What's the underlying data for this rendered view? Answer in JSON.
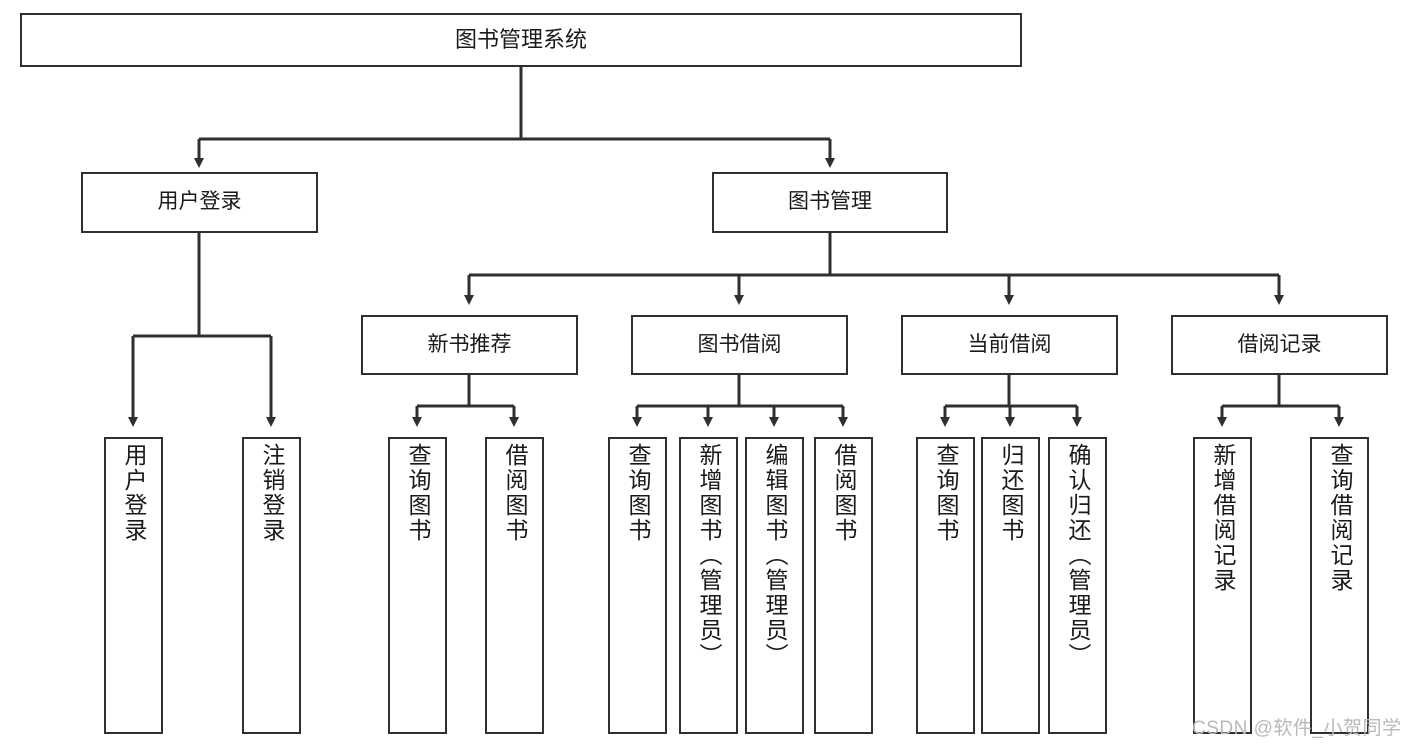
{
  "diagram": {
    "type": "hierarchy-tree",
    "title": "图书管理系统",
    "watermark": "CSDN @软件_小贺同学",
    "colors": {
      "stroke": "#2f2f2f",
      "fill": "#ffffff",
      "text": "#1a1a1a",
      "watermark": "#b9b9b9"
    },
    "nodes": {
      "root": {
        "label": "图书管理系统"
      },
      "level1": [
        {
          "label": "用户登录"
        },
        {
          "label": "图书管理"
        }
      ],
      "level2": [
        {
          "label": "新书推荐"
        },
        {
          "label": "图书借阅"
        },
        {
          "label": "当前借阅"
        },
        {
          "label": "借阅记录"
        }
      ],
      "leaves": {
        "user_login": [
          {
            "label": "用户登录"
          },
          {
            "label": "注销登录"
          }
        ],
        "new_book": [
          {
            "label": "查询图书"
          },
          {
            "label": "借阅图书"
          }
        ],
        "borrow_book": [
          {
            "label": "查询图书"
          },
          {
            "label": "新增图书（管理员）"
          },
          {
            "label": "编辑图书（管理员）"
          },
          {
            "label": "借阅图书"
          }
        ],
        "current_borrow": [
          {
            "label": "查询图书"
          },
          {
            "label": "归还图书"
          },
          {
            "label": "确认归还（管理员）"
          }
        ],
        "borrow_record": [
          {
            "label": "新增借阅记录"
          },
          {
            "label": "查询借阅记录"
          }
        ]
      }
    }
  }
}
